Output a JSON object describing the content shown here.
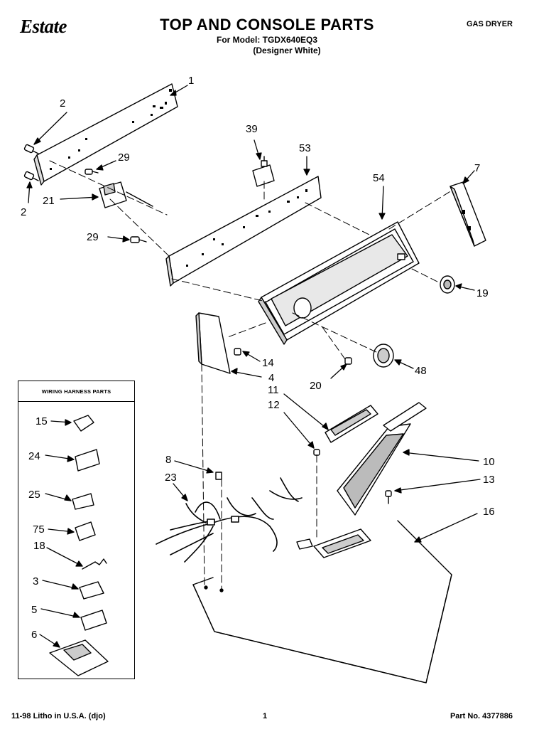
{
  "header": {
    "brand": "Estate",
    "title": "TOP AND CONSOLE PARTS",
    "model_line": "For Model: TGDX640EQ3",
    "variant": "(Designer White)",
    "dryer_type": "GAS DRYER"
  },
  "legend": {
    "title": "WIRING HARNESS PARTS"
  },
  "callouts": [
    {
      "id": "c1",
      "text": "1"
    },
    {
      "id": "c2a",
      "text": "2"
    },
    {
      "id": "c2b",
      "text": "2"
    },
    {
      "id": "c29a",
      "text": "29"
    },
    {
      "id": "c21",
      "text": "21"
    },
    {
      "id": "c29b",
      "text": "29"
    },
    {
      "id": "c39",
      "text": "39"
    },
    {
      "id": "c53",
      "text": "53"
    },
    {
      "id": "c54",
      "text": "54"
    },
    {
      "id": "c7",
      "text": "7"
    },
    {
      "id": "c19",
      "text": "19"
    },
    {
      "id": "c14",
      "text": "14"
    },
    {
      "id": "c4",
      "text": "4"
    },
    {
      "id": "c20",
      "text": "20"
    },
    {
      "id": "c48",
      "text": "48"
    },
    {
      "id": "c11",
      "text": "11"
    },
    {
      "id": "c12",
      "text": "12"
    },
    {
      "id": "c8",
      "text": "8"
    },
    {
      "id": "c10",
      "text": "10"
    },
    {
      "id": "c23",
      "text": "23"
    },
    {
      "id": "c13",
      "text": "13"
    },
    {
      "id": "c16",
      "text": "16"
    },
    {
      "id": "c15",
      "text": "15"
    },
    {
      "id": "c24",
      "text": "24"
    },
    {
      "id": "c25",
      "text": "25"
    },
    {
      "id": "c75",
      "text": "75"
    },
    {
      "id": "c18",
      "text": "18"
    },
    {
      "id": "c3",
      "text": "3"
    },
    {
      "id": "c5",
      "text": "5"
    },
    {
      "id": "c6",
      "text": "6"
    }
  ],
  "footer": {
    "left": "11-98 Litho in U.S.A. (djo)",
    "page": "1",
    "part_number": "Part No. 4377886"
  }
}
